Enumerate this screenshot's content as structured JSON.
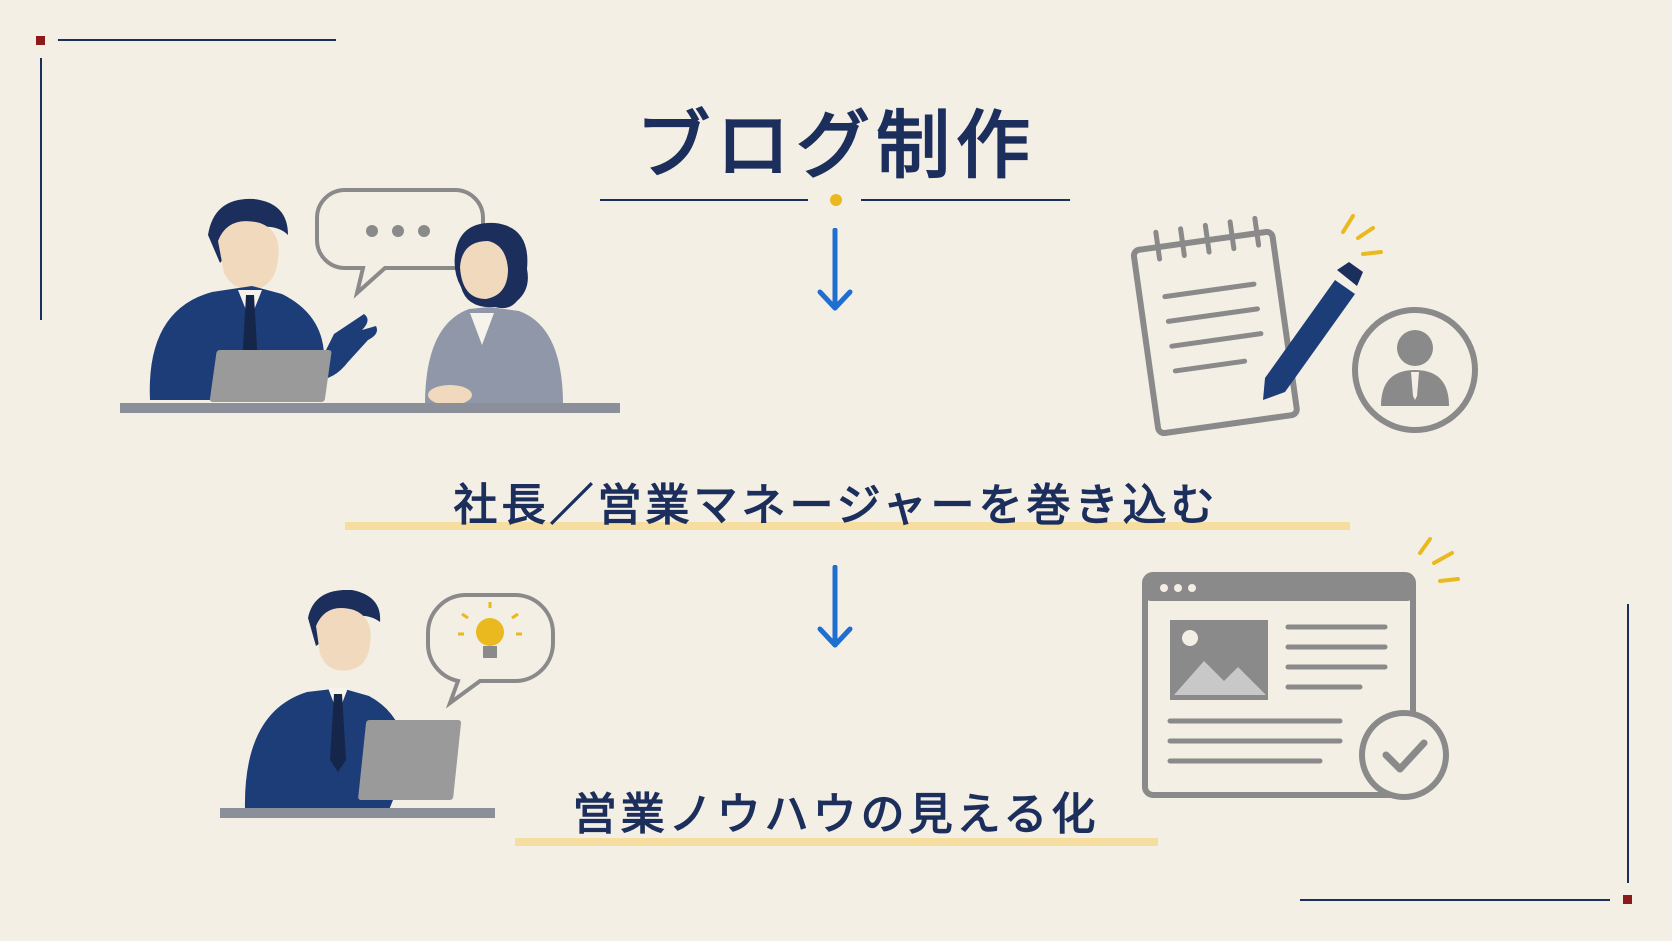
{
  "title": "ブログ制作",
  "steps": [
    {
      "label": "社長／営業マネージャーを巻き込む"
    },
    {
      "label": "営業ノウハウの見える化"
    }
  ],
  "colors": {
    "navy": "#1c2f5c",
    "accent_red": "#8b1a1a",
    "arrow_blue": "#1f6fd1",
    "gold": "#e9b91f",
    "highlight": "#f6dea0",
    "gray": "#8a8a8a",
    "background": "#f4efe5"
  },
  "icons": [
    "speech-bubble-icon",
    "lightbulb-icon",
    "notepad-icon",
    "pen-icon",
    "person-icon",
    "browser-icon",
    "image-icon",
    "checkmark-icon",
    "arrow-down-icon"
  ]
}
